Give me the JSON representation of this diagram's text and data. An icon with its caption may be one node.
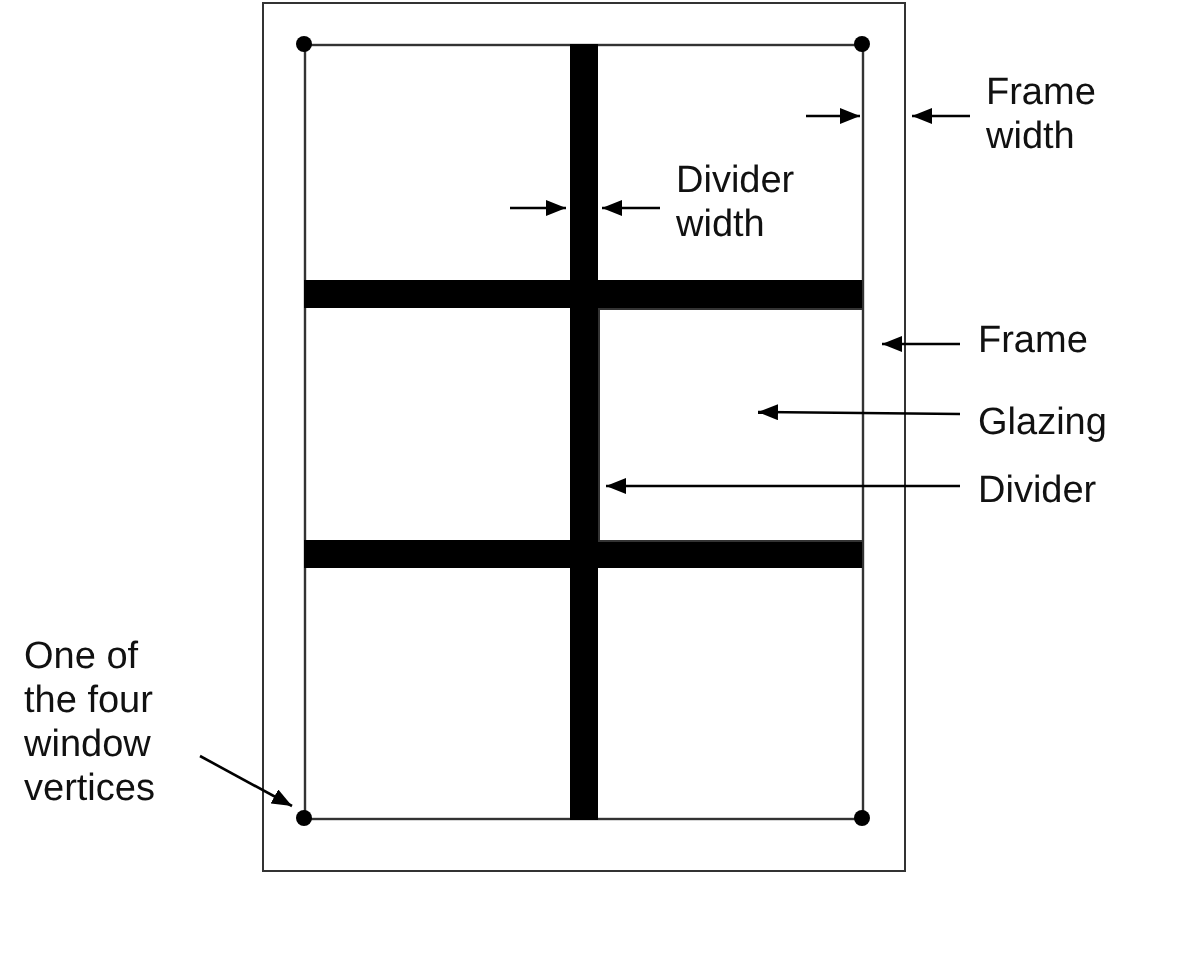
{
  "diagram": {
    "nodes": [
      {
        "text": [],
        "shape": "box"
      },
      {
        "text": [],
        "shape": "box",
        "in": 0
      },
      {
        "text": [],
        "shape": "bar",
        "in": 0
      },
      {
        "text": [],
        "shape": "circle",
        "in": 0
      },
      {
        "text": [
          "Frame"
        ]
      },
      {
        "text": [
          "Glazing"
        ]
      },
      {
        "text": [
          "Divider"
        ]
      },
      {
        "text": [
          "One of the four window vertices"
        ]
      }
    ],
    "edges": [
      {
        "from": 4,
        "to": 0,
        "arrow": "to"
      },
      {
        "from": 5,
        "to": 1,
        "arrow": "to"
      },
      {
        "from": 6,
        "to": 2,
        "arrow": "to"
      },
      {
        "from": 7,
        "to": 3,
        "arrow": "to"
      }
    ],
    "labels": [
      "Frame width",
      "Divider width"
    ]
  }
}
